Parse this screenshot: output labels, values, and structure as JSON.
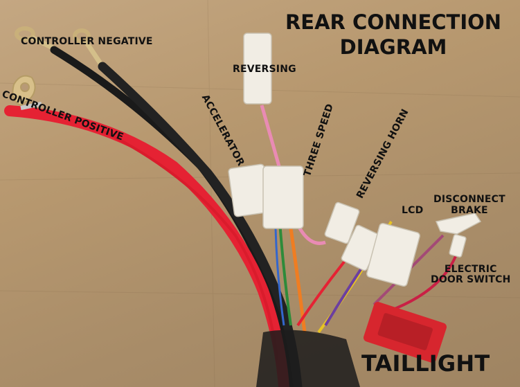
{
  "image": {
    "description_colors": {
      "cardboard": "#b89a76",
      "red_wire": "#e52233",
      "black_wire": "#1a1a1a",
      "pink_wire": "#e98bb4",
      "connector_white": "#f1ede4",
      "taillight_connector": "#d7262e"
    }
  },
  "labels": {
    "title_line1": "REAR CONNECTION",
    "title_line2": "DIAGRAM",
    "controller_negative": "CONTROLLER NEGATIVE",
    "controller_positive": "CONTROLLER POSITIVE",
    "reversing": "REVERSING",
    "accelerator": "ACCELERATOR",
    "three_speed": "THREE SPEED",
    "reversing_horn": "REVERSING HORN",
    "lcd": "LCD",
    "disconnect_line1": "DISCONNECT",
    "disconnect_line2": "BRAKE",
    "electric_line1": "ELECTRIC",
    "electric_line2": "DOOR SWITCH",
    "taillight": "TAILLIGHT"
  }
}
